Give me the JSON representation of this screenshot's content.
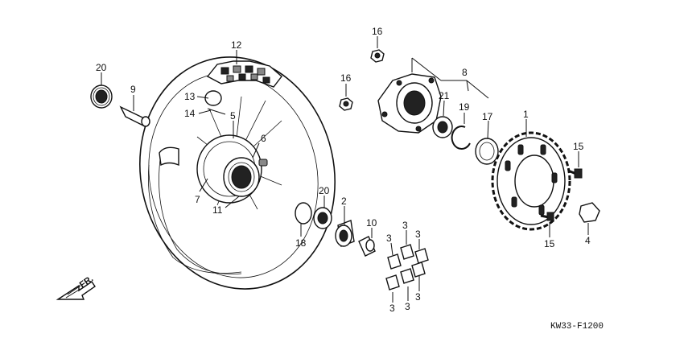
{
  "diagram": {
    "code": "KW33-F1200",
    "direction_label": "FR.",
    "callouts": {
      "c1": "1",
      "c2": "2",
      "c3a": "3",
      "c3b": "3",
      "c3c": "3",
      "c3d": "3",
      "c3e": "3",
      "c3f": "3",
      "c4": "4",
      "c5": "5",
      "c6": "6",
      "c7": "7",
      "c8": "8",
      "c9": "9",
      "c10": "10",
      "c11": "11",
      "c12": "12",
      "c13": "13",
      "c14": "14",
      "c15a": "15",
      "c15b": "15",
      "c16a": "16",
      "c16b": "16",
      "c17": "17",
      "c18": "18",
      "c19": "19",
      "c20a": "20",
      "c20b": "20",
      "c21": "21"
    }
  }
}
